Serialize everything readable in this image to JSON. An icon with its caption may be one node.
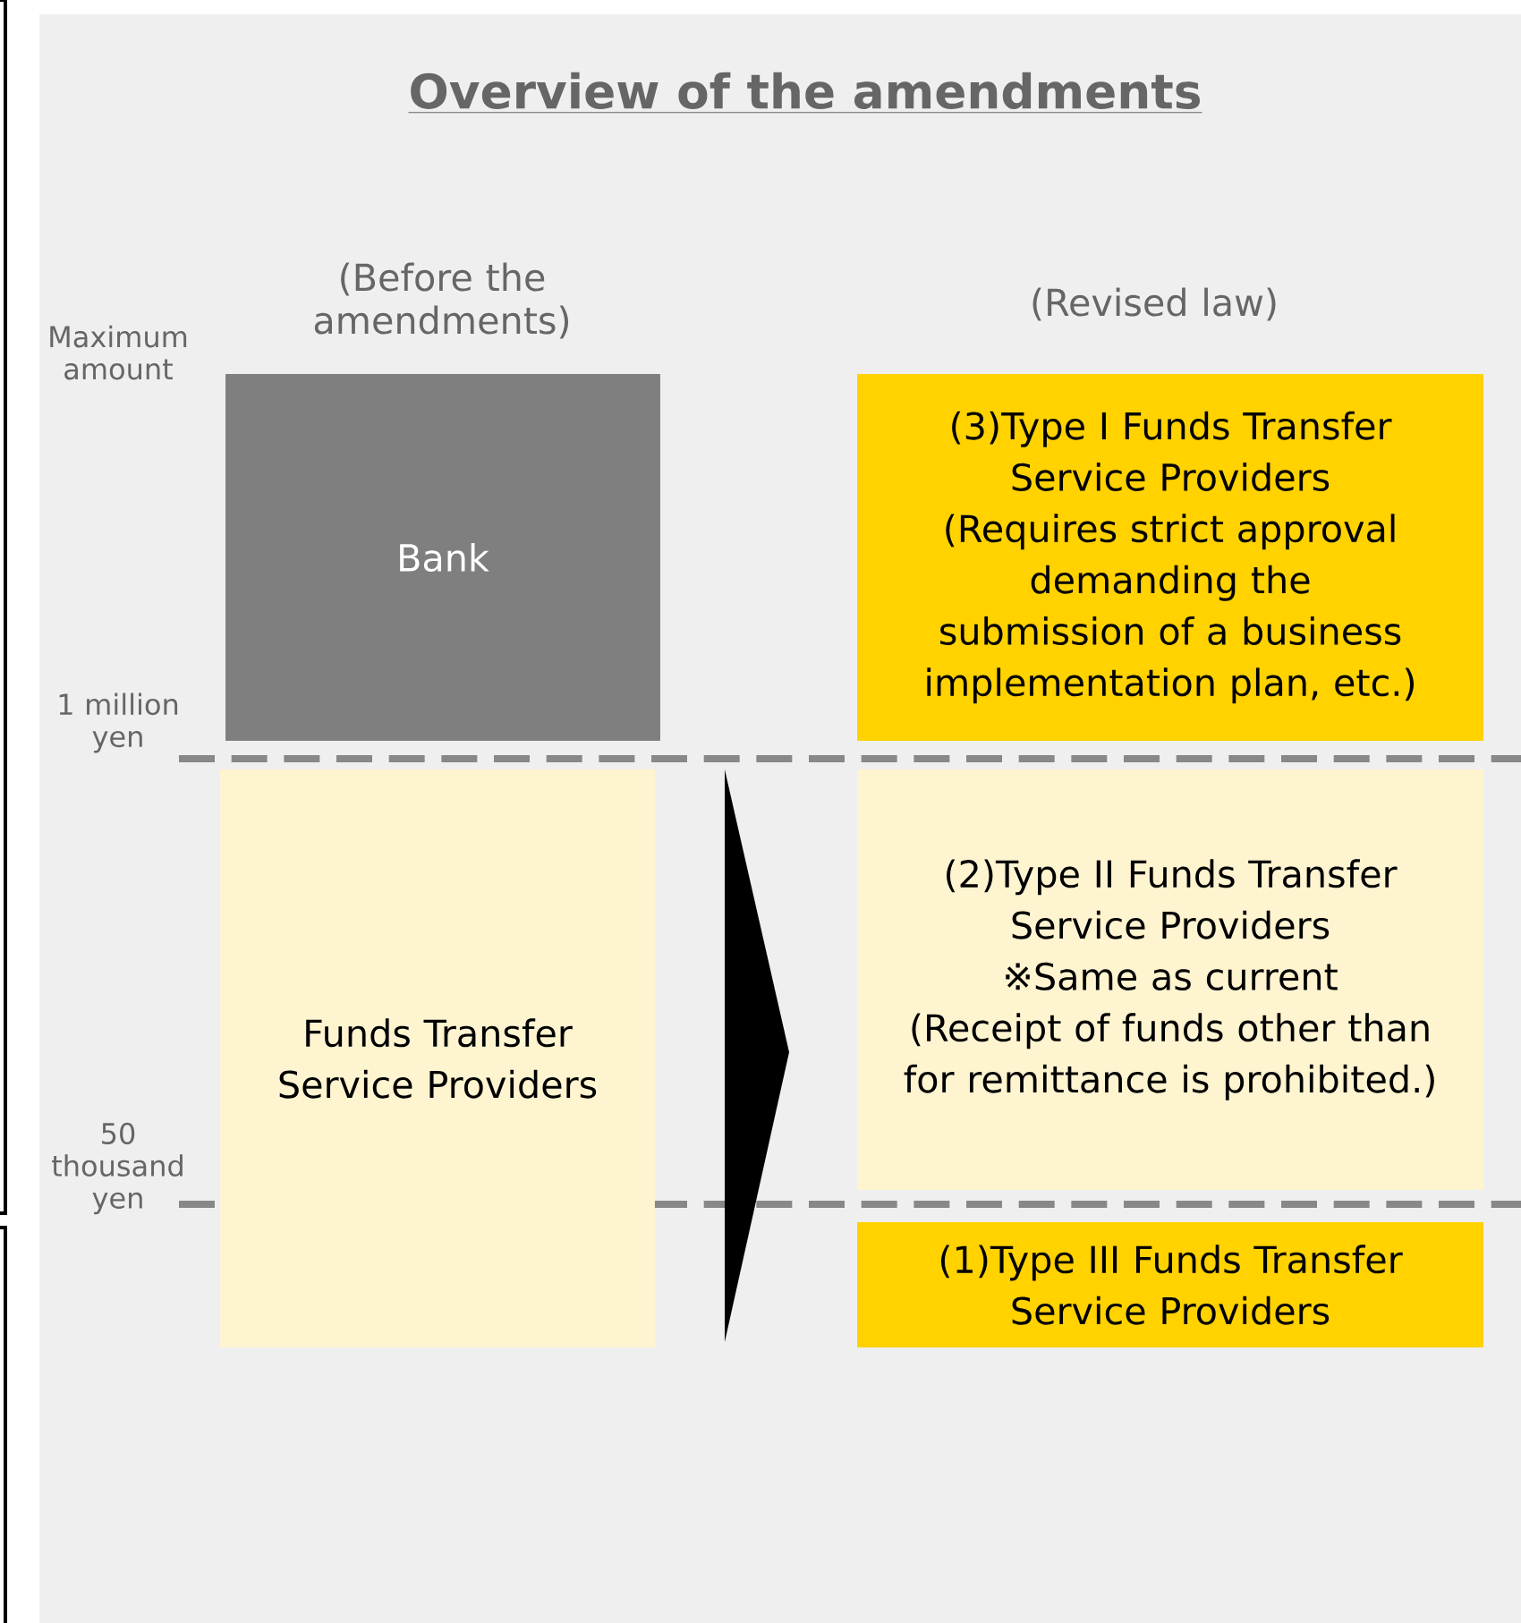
{
  "diagram": {
    "title": "Overview of the amendments",
    "nodes": [
      {
        "text": [
          "Bank"
        ]
      },
      {
        "text": [
          "Funds Transfer Service Providers"
        ]
      },
      {
        "text": [
          "(3)Type I Funds Transfer Service Providers",
          "(Requires strict approval demanding the submission of a business implementation plan, etc.)"
        ]
      },
      {
        "text": [
          "(2)Type II Funds Transfer Service Providers",
          "※Same as current",
          "(Receipt of funds other than for remittance is prohibited.)"
        ]
      },
      {
        "text": [
          "(1)Type III Funds Transfer Service Providers"
        ]
      }
    ],
    "labels": [
      "(Before the amendments)",
      "(Revised law)",
      "Maximum amount",
      "1 million yen",
      "50 thousand yen"
    ]
  }
}
